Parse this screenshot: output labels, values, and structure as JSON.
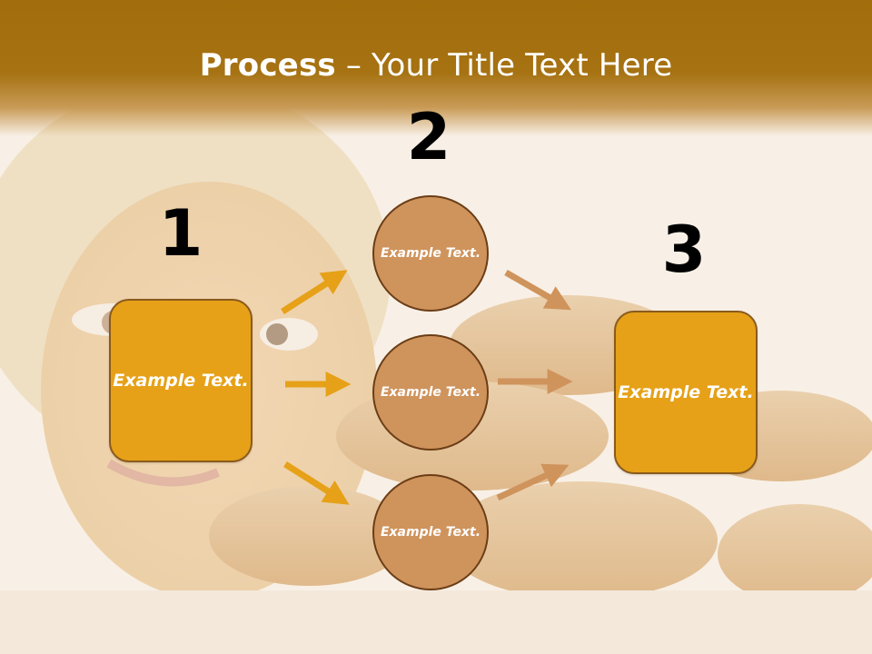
{
  "title": {
    "bold": "Process",
    "rest": " – Your Title Text Here"
  },
  "steps": [
    {
      "number": "1"
    },
    {
      "number": "2"
    },
    {
      "number": "3"
    }
  ],
  "nodes": {
    "left_box": "Example Text.",
    "circle_top": "Example Text.",
    "circle_middle": "Example Text.",
    "circle_bottom": "Example Text.",
    "right_box": "Example Text."
  },
  "colors": {
    "header": "#a67212",
    "box_fill": "#e6a118",
    "circle_fill": "#cf935c",
    "arrow_left": "#e6a118",
    "arrow_right": "#cf935c"
  }
}
